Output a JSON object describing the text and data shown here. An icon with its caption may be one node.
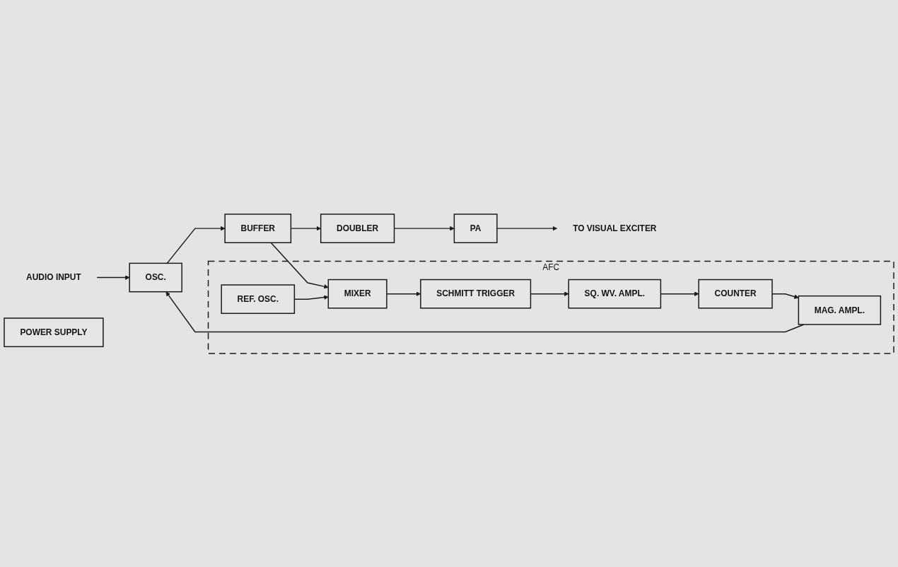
{
  "diagram": {
    "nodes": [
      {
        "text": [
          "AUDIO INPUT"
        ]
      },
      {
        "text": [
          "OSC."
        ]
      },
      {
        "text": [
          "BUFFER"
        ]
      },
      {
        "text": [
          "DOUBLER"
        ]
      },
      {
        "text": [
          "PA"
        ]
      },
      {
        "text": [
          "TO VISUAL EXCITER"
        ]
      },
      {
        "text": [
          "AFC"
        ]
      },
      {
        "text": [
          "MAG. AMPL."
        ],
        "in": 6
      },
      {
        "text": [
          "REF. OSC."
        ],
        "in": 6
      },
      {
        "text": [
          "MIXER"
        ],
        "in": 6
      },
      {
        "text": [
          "POWER SUPPLY"
        ]
      },
      {
        "text": [
          "COUNTER"
        ],
        "in": 6
      },
      {
        "text": [
          "SQ. WV. AMPL."
        ],
        "in": 6
      },
      {
        "text": [
          "SCHMITT TRIGGER"
        ],
        "in": 6
      }
    ],
    "edges": [
      {
        "from": 0,
        "to": 1,
        "arrow": "to"
      },
      {
        "from": 1,
        "to": 2,
        "arrow": "to"
      },
      {
        "from": 2,
        "to": 3,
        "arrow": "to"
      },
      {
        "from": 3,
        "to": 4,
        "arrow": "to"
      },
      {
        "from": 4,
        "to": 5,
        "arrow": "to"
      },
      {
        "from": 7,
        "to": 1,
        "arrow": "to"
      },
      {
        "from": 2,
        "to": 9,
        "arrow": "to"
      },
      {
        "from": 8,
        "to": 9,
        "arrow": "to"
      },
      {
        "from": 9,
        "to": 13,
        "arrow": "to"
      },
      {
        "from": 13,
        "to": 12,
        "arrow": "to"
      },
      {
        "from": 12,
        "to": 11,
        "arrow": "to"
      },
      {
        "from": 11,
        "to": 7,
        "arrow": "to"
      }
    ]
  }
}
